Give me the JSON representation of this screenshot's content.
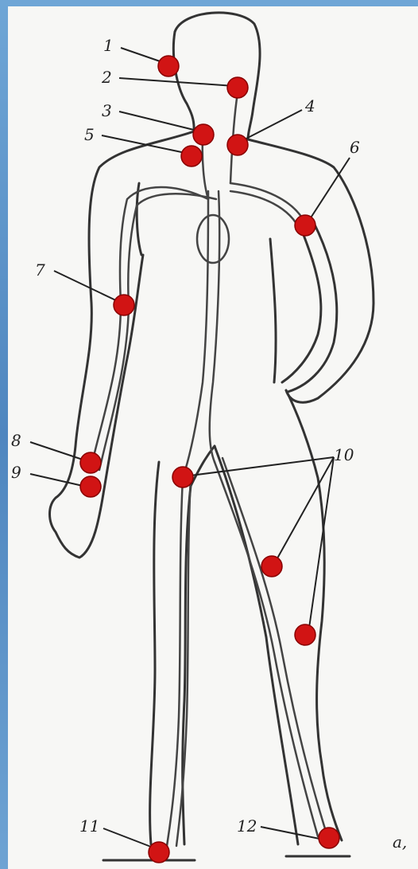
{
  "labels": {
    "l1": "1",
    "l2": "2",
    "l3": "3",
    "l4": "4",
    "l5": "5",
    "l6": "6",
    "l7": "7",
    "l8": "8",
    "l9": "9",
    "l10": "10",
    "l11": "11",
    "l12": "12",
    "corner_a": "a,"
  },
  "colors": {
    "point": "#d11414",
    "outline": "#333333",
    "background": "#5a8ec4"
  }
}
